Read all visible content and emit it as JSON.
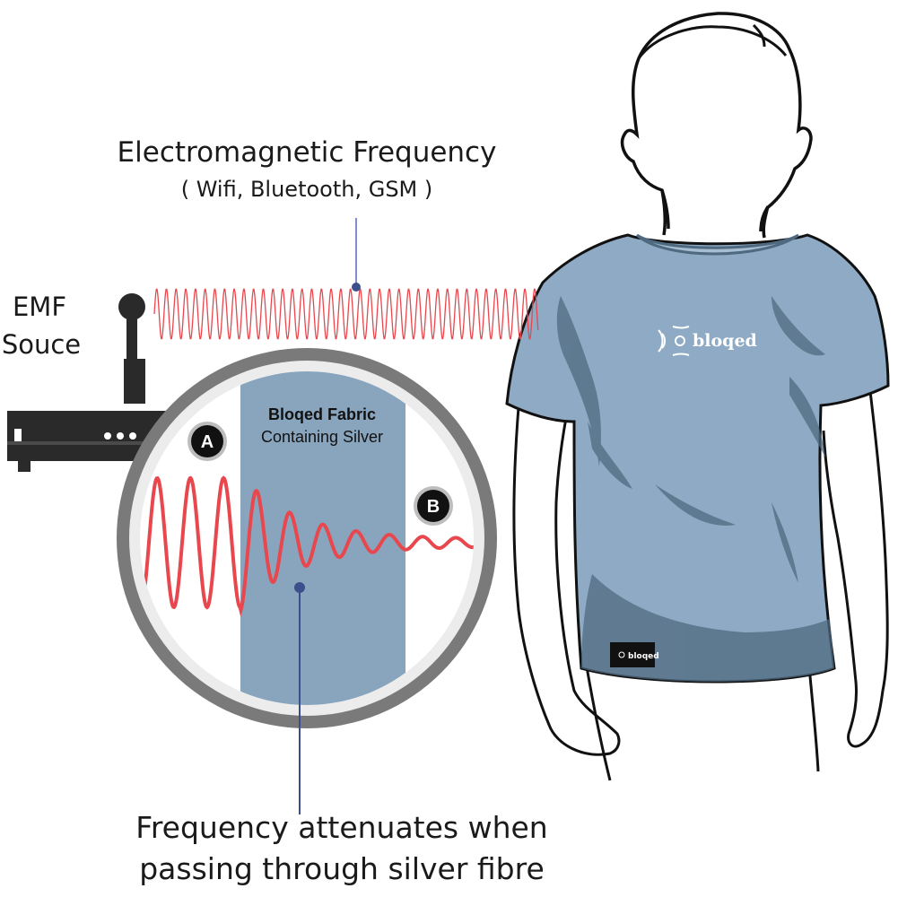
{
  "header": {
    "title": "Electromagnetic Frequency",
    "subtitle": "( Wifi, Bluetooth, GSM )"
  },
  "source": {
    "line1": "EMF",
    "line2": "Souce"
  },
  "lens": {
    "fabric_title": "Bloqed Fabric",
    "fabric_subtitle": "Containing Silver",
    "marker_a": "A",
    "marker_b": "B"
  },
  "caption": {
    "line1": "Frequency attenuates when",
    "line2": "passing through silver fibre"
  },
  "brand": {
    "logo_text": "bloqed",
    "tag_text": "bloqed"
  },
  "colors": {
    "wave": "#e8474d",
    "fabric": "#88a5bd",
    "shirt": "#8eaac4",
    "shirt_shadow": "#4f6a80",
    "lens_ring": "#7a7a7a",
    "router": "#2a2a2a",
    "pointer_line": "#3d4f8a"
  }
}
